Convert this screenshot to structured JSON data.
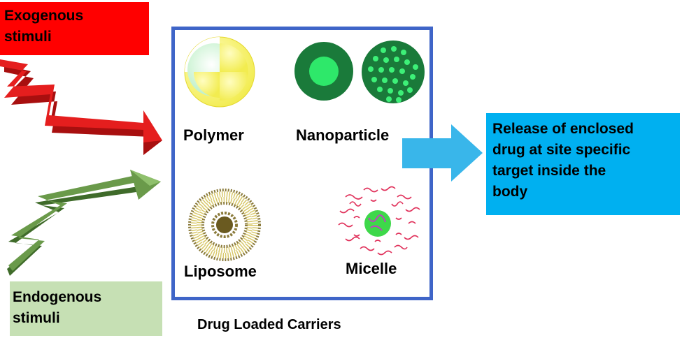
{
  "stimuli": {
    "exogenous": [
      "Exogenous",
      "stimuli"
    ],
    "endogenous": [
      "Endogenous",
      "stimuli"
    ]
  },
  "carriers": {
    "polymer": "Polymer",
    "nanoparticle": "Nanoparticle",
    "liposome": "Liposome",
    "micelle": "Micelle",
    "caption": "Drug Loaded Carriers"
  },
  "release": [
    "Release of enclosed",
    "drug at site specific",
    "target inside the",
    "body"
  ],
  "colors": {
    "exogenous": "#ff0000",
    "endogenous": "#c6e0b4",
    "frame": "#3f65c8",
    "release": "#00b0f0",
    "red_arrow": "#e51e1e",
    "green_arrow": "#6a9a4a",
    "blue_arrow": "#39b6ea"
  }
}
